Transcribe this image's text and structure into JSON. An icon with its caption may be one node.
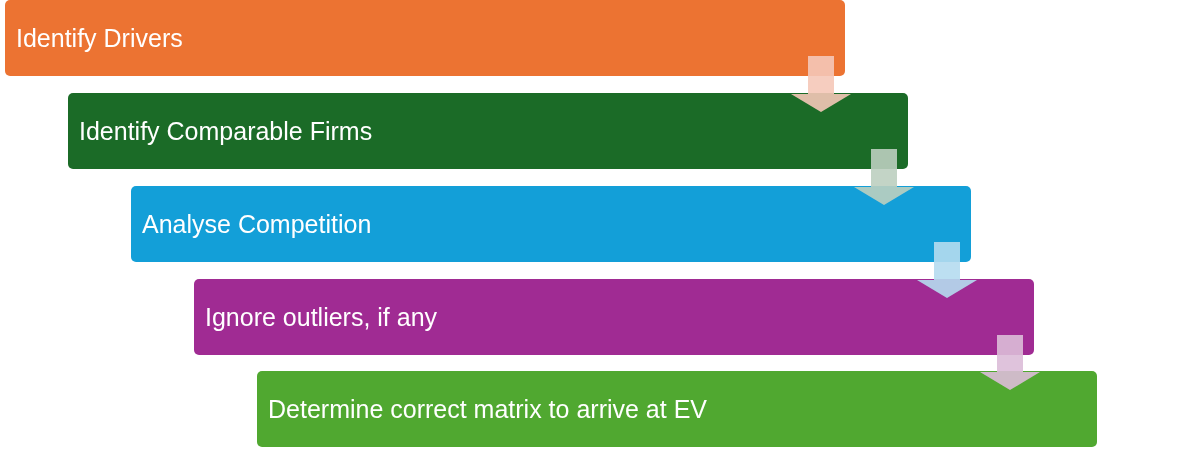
{
  "diagram": {
    "nodes": [
      {
        "text": [
          "Identify Drivers"
        ]
      },
      {
        "text": [
          "Identify Comparable Firms"
        ]
      },
      {
        "text": [
          "Analyse Competition"
        ]
      },
      {
        "text": [
          "Ignore outliers, if any"
        ]
      },
      {
        "text": [
          "Determine correct matrix to arrive at EV"
        ]
      }
    ],
    "edges": [
      {
        "from": 0,
        "to": 1,
        "arrow": "to",
        "color": "#f5c8b8"
      },
      {
        "from": 1,
        "to": 2,
        "arrow": "to",
        "color": "#bccfc0"
      },
      {
        "from": 2,
        "to": 3,
        "arrow": "to",
        "color": "#b5dcef"
      },
      {
        "from": 3,
        "to": 4,
        "arrow": "to",
        "color": "#dcbcd8"
      }
    ]
  }
}
